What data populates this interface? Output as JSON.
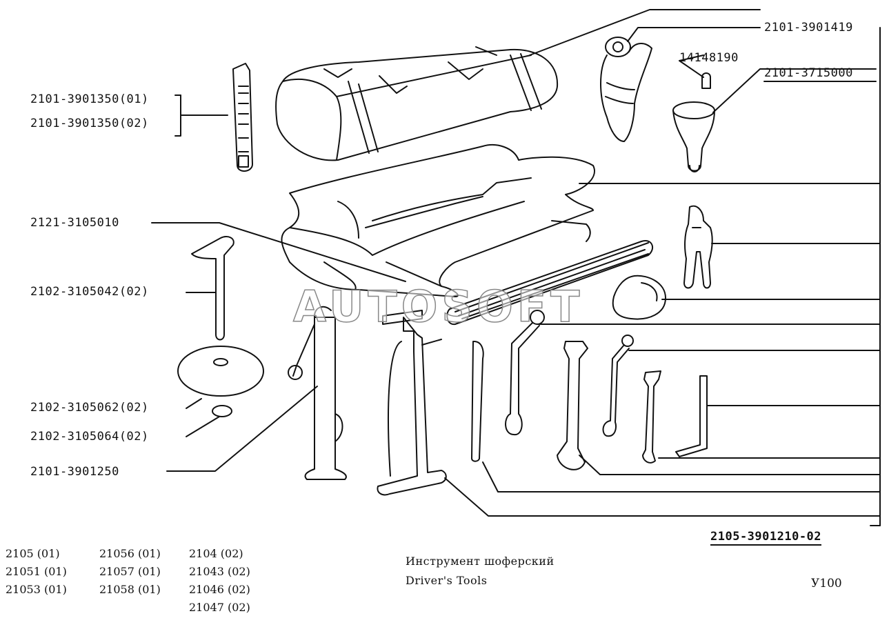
{
  "parts": {
    "p_2101_3901419": "2101-3901419",
    "p_14148190": "14148190",
    "p_2101_3715000": "2101-3715000",
    "p_2101_3901350_01": "2101-3901350(01)",
    "p_2101_3901350_02": "2101-3901350(02)",
    "p_2121_3105010": "2121-3105010",
    "p_2102_3105042": "2102-3105042(02)",
    "p_2102_3105062": "2102-3105062(02)",
    "p_2102_3105064": "2102-3105064(02)",
    "p_2101_3901250": "2101-3901250",
    "p_2105_3901210": "2105-3901210-02"
  },
  "watermark": "AUTOSOFT",
  "models": [
    [
      "2105    (01)",
      "21051  (01)",
      "21053  (01)"
    ],
    [
      "21056 (01)",
      "21057 (01)",
      "21058 (01)"
    ],
    [
      "2104   (02)",
      "21043  (02)",
      "21046  (02)",
      "21047  (02)"
    ]
  ],
  "title": {
    "ru": "Инструмент шоферский",
    "en": "Driver's Tools"
  },
  "page_code": "У100"
}
